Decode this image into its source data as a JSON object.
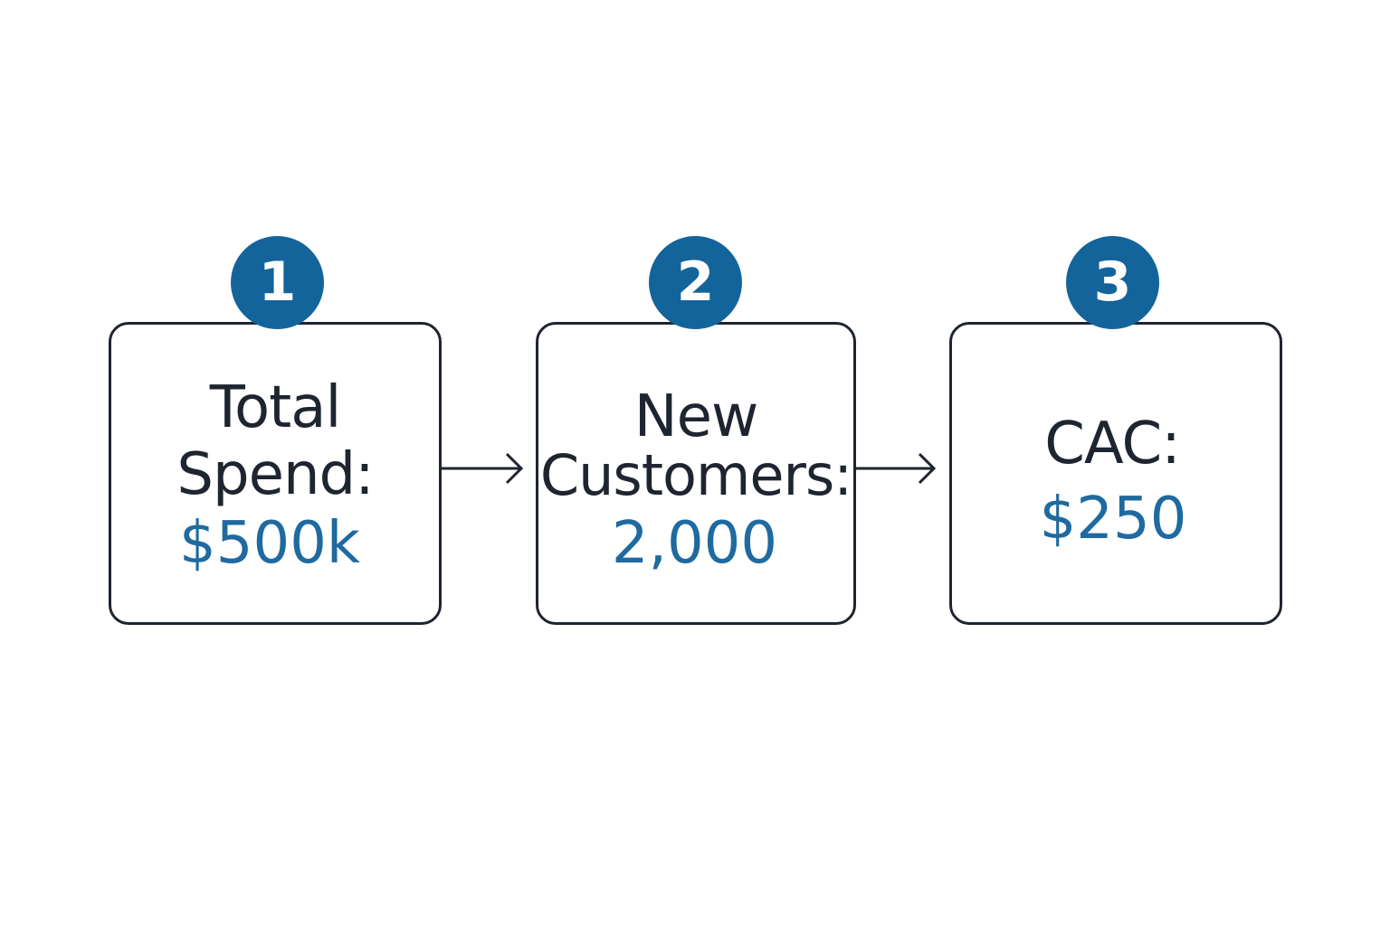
{
  "steps": [
    {
      "number": "1",
      "label_lines": [
        "Total",
        "Spend:"
      ],
      "value": "$500k"
    },
    {
      "number": "2",
      "label_lines": [
        "New",
        "Customers:"
      ],
      "value": "2,000"
    },
    {
      "number": "3",
      "label_lines": [
        "CAC:"
      ],
      "value": "$250"
    }
  ],
  "colors": {
    "badge": "#13649b",
    "value_text": "#1f6aa0",
    "border_and_label": "#1e2530",
    "background": "#ffffff"
  }
}
